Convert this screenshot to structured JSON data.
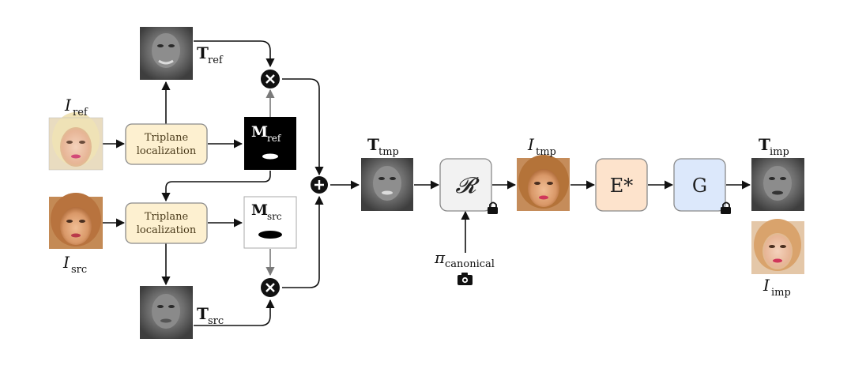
{
  "labels": {
    "I_ref": {
      "main": "I",
      "sub": "ref"
    },
    "I_src": {
      "main": "I",
      "sub": "src"
    },
    "T_ref": {
      "main": "T",
      "sub": "ref"
    },
    "T_src": {
      "main": "T",
      "sub": "src"
    },
    "M_ref": {
      "main": "M",
      "sub": "ref"
    },
    "M_src": {
      "main": "M",
      "sub": "src"
    },
    "T_tmp": {
      "main": "T",
      "sub": "tmp"
    },
    "I_tmp": {
      "main": "I",
      "sub": "tmp"
    },
    "T_imp": {
      "main": "T",
      "sub": "imp"
    },
    "I_imp": {
      "main": "I",
      "sub": "imp"
    },
    "pi_canonical": {
      "main": "π",
      "sub": "canonical"
    }
  },
  "boxes": {
    "triplane_top": {
      "line1": "Triplane",
      "line2": "localization"
    },
    "triplane_bottom": {
      "line1": "Triplane",
      "line2": "localization"
    },
    "renderer": "𝓡",
    "encoder": "E*",
    "generator": "G"
  },
  "colors": {
    "triplane_fill": "#fdf0d0",
    "renderer_fill": "#f2f2f2",
    "encoder_fill": "#fde3cc",
    "generator_fill": "#dce8fb",
    "box_stroke": "#777777",
    "arrow_black": "#111111",
    "arrow_gray": "#7a7a7a"
  },
  "icons": [
    "lock-icon",
    "camera-icon",
    "multiply-icon",
    "plus-icon"
  ]
}
